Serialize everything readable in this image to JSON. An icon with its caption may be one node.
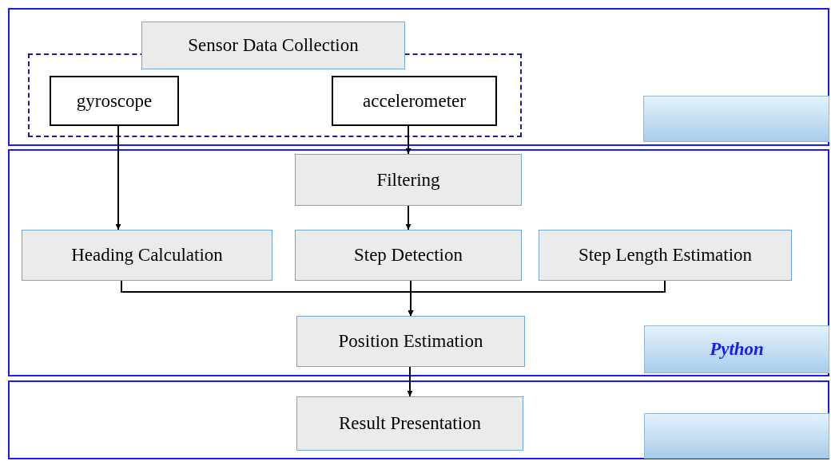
{
  "diagram": {
    "nodes": [
      {
        "text": [],
        "shape": "box"
      },
      {
        "text": [
          "Sensor Data Collection"
        ],
        "in": 0
      },
      {
        "text": [],
        "shape": "box",
        "in": 0
      },
      {
        "text": [
          "gyroscope"
        ],
        "in": 2
      },
      {
        "text": [
          "accelerometer"
        ],
        "in": 2
      },
      {
        "text": [],
        "shape": "box",
        "in": 0
      },
      {
        "text": [],
        "shape": "box"
      },
      {
        "text": [
          "Filtering"
        ],
        "in": 6
      },
      {
        "text": [
          "Heading Calculation"
        ],
        "in": 6
      },
      {
        "text": [
          "Step Detection"
        ],
        "in": 6
      },
      {
        "text": [
          "Step Length Estimation"
        ],
        "in": 6
      },
      {
        "text": [
          "Position Estimation"
        ],
        "in": 6
      },
      {
        "text": [
          "Python"
        ],
        "in": 6
      },
      {
        "text": [],
        "shape": "box"
      },
      {
        "text": [
          "Result Presentation"
        ],
        "in": 13
      },
      {
        "text": [],
        "shape": "box",
        "in": 13
      }
    ],
    "edges": [
      {
        "from": 3,
        "to": 8,
        "arrow": "to"
      },
      {
        "from": 4,
        "to": 7,
        "arrow": "to"
      },
      {
        "from": 7,
        "to": 9,
        "arrow": "to"
      },
      {
        "from": 8,
        "to": 11,
        "arrow": "to"
      },
      {
        "from": 9,
        "to": 11,
        "arrow": "to"
      },
      {
        "from": 10,
        "to": 11,
        "arrow": "to"
      },
      {
        "from": 11,
        "to": 14,
        "arrow": "to"
      }
    ]
  }
}
